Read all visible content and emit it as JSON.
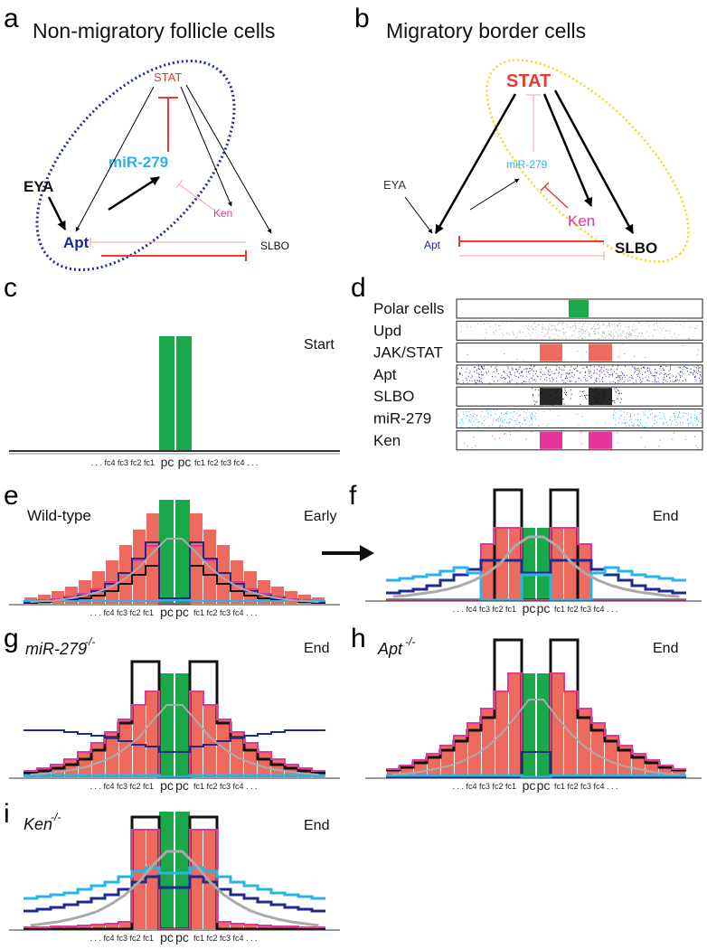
{
  "panels": {
    "a": {
      "letter": "a",
      "title": "Non-migratory follicle cells"
    },
    "b": {
      "letter": "b",
      "title": "Migratory border cells"
    },
    "c": {
      "letter": "c",
      "stage": "Start"
    },
    "d": {
      "letter": "d"
    },
    "e": {
      "letter": "e",
      "stage": "Early",
      "condition": "Wild-type"
    },
    "f": {
      "letter": "f",
      "stage": "End"
    },
    "g": {
      "letter": "g",
      "stage": "End",
      "condition": "miR-279",
      "condition_sup": "-/-"
    },
    "h": {
      "letter": "h",
      "stage": "End",
      "condition": "Apt",
      "condition_sup": "-/-"
    },
    "i": {
      "letter": "i",
      "stage": "End",
      "condition": "Ken",
      "condition_sup": "-/-"
    }
  },
  "network_nodes": {
    "stat": "STAT",
    "mir279": "miR-279",
    "eya": "EYA",
    "apt": "Apt",
    "ken": "Ken",
    "slbo": "SLBO"
  },
  "axis": {
    "left_labels": ". . . fc4 fc3 fc2 fc1",
    "pc": "pc",
    "right_labels": "fc1 fc2 fc3 fc4 . . ."
  },
  "expression_rows": [
    "Polar cells",
    "Upd",
    "JAK/STAT",
    "Apt",
    "SLBO",
    "miR-279",
    "Ken"
  ],
  "colors": {
    "polar": "#1aa84a",
    "stat_bar": "#ef6a5e",
    "stat": "#e83a2f",
    "mir279": "#29b3e6",
    "apt": "#1f2a8e",
    "ken": "#e6349a",
    "slbo": "#111111",
    "upd": "#aaaaaa",
    "ellipse_a": "#1f2a8e",
    "ellipse_b": "#f0dc1e"
  }
}
